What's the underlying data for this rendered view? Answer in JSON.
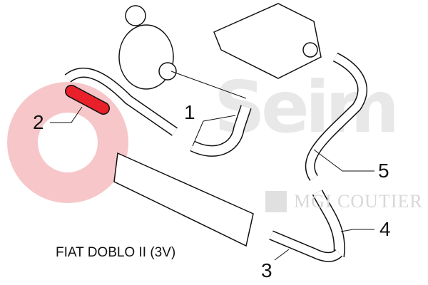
{
  "caption": "FIAT DOBLO II (3V)",
  "callouts": [
    "1",
    "2",
    "3",
    "4",
    "5"
  ],
  "watermark": "MGI COUTIER",
  "logo": "Seim",
  "colors": {
    "highlight": "#e8202a",
    "logo_red": "#f6c6c8",
    "line": "#111111"
  }
}
